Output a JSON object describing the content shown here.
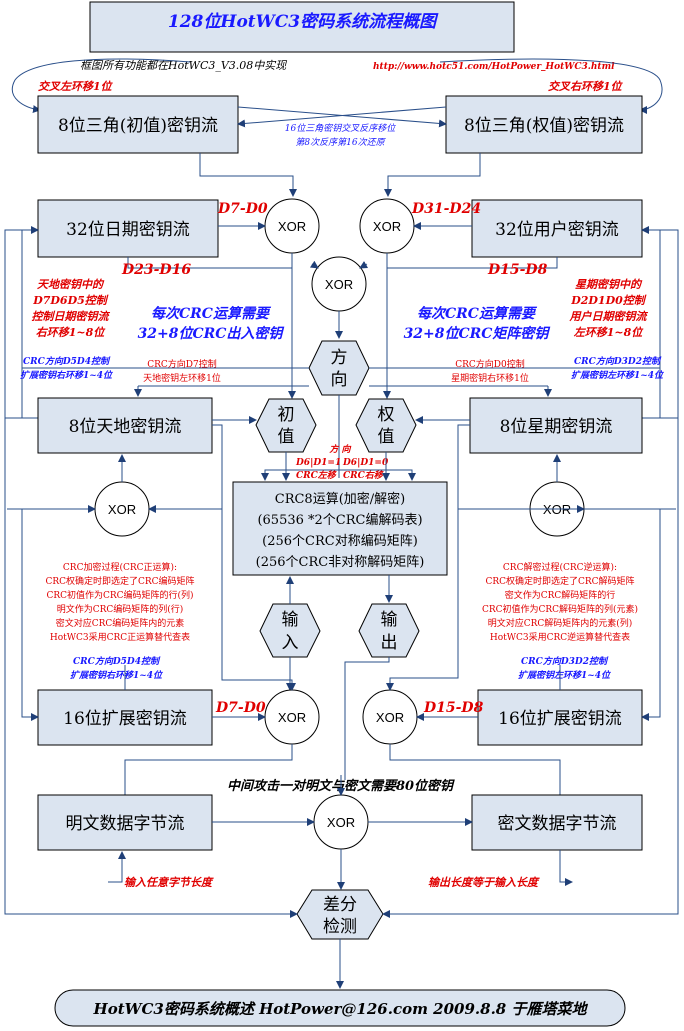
{
  "title": "128位HotWC3密码系统流程概图",
  "subtitle": "框图所有功能都在HotWC3_V3.08中实现",
  "url": "http://www.hotc51.com/HotPower_HotWC3.html",
  "labels": {
    "cross_left": "交叉左环移1位",
    "cross_right": "交叉右环移1位",
    "cross_note_1": "16位三角密钥交叉反序移位",
    "cross_note_2": "第8次反序第16次还原",
    "d7d0_a": "D7-D0",
    "d31d24": "D31-D24",
    "d23d16": "D23-D16",
    "d15d8_a": "D15-D8",
    "tiandi_1": "天地密钥中的",
    "tiandi_2": "D7D6D5控制",
    "tiandi_3": "控制日期密钥流",
    "tiandi_4": "右环移1~8位",
    "xingqi_1": "星期密钥中的",
    "xingqi_2": "D2D1D0控制",
    "xingqi_3": "用户日期密钥流",
    "xingqi_4": "左环移1~8位",
    "per_crc_l1": "每次CRC运算需要",
    "per_crc_l2": "32+8位CRC出入密钥",
    "per_crc_r1": "每次CRC运算需要",
    "per_crc_r2": "32+8位CRC矩阵密钥",
    "crc_d5d4_1": "CRC方向D5D4控制",
    "crc_d5d4_2": "扩展密钥右环移1~4位",
    "crc_d7_1": "CRC方向D7控制",
    "crc_d7_2": "天地密钥左环移1位",
    "crc_d0_1": "CRC方向D0控制",
    "crc_d0_2": "星期密钥右环移1位",
    "crc_d3d2_1": "CRC方向D3D2控制",
    "crc_d3d2_2": "扩展密钥左环移1~4位",
    "dir_small": "方 向",
    "d6_1": "D6|D1=1",
    "d6_0": "D6|D1=0",
    "crc_left": "CRC左移",
    "crc_right": "CRC右移",
    "enc_1": "CRC加密过程(CRC正运算):",
    "enc_2": "CRC权确定时即选定了CRC编码矩阵",
    "enc_3": "CRC初值作为CRC编码矩阵的行(列)",
    "enc_4": "明文作为CRC编码矩阵的列(行)",
    "enc_5": "密文对应CRC编码矩阵内的元素",
    "enc_6": "HotWC3采用CRC正运算替代查表",
    "dec_1": "CRC解密过程(CRC逆运算):",
    "dec_2": "CRC权确定时即选定了CRC解码矩阵",
    "dec_3": "密文作为CRC解码矩阵的行",
    "dec_4": "CRC初值作为CRC解码矩阵的列(元素)",
    "dec_5": "明文对应CRC解码矩阵内的元素(列)",
    "dec_6": "HotWC3采用CRC逆运算替代查表",
    "d5d4_b1": "CRC方向D5D4控制",
    "d5d4_b2": "扩展密钥右环移1~4位",
    "d3d2_b1": "CRC方向D3D2控制",
    "d3d2_b2": "扩展密钥左环移1~4位",
    "d7d0_b": "D7-D0",
    "d15d8_b": "D15-D8",
    "attack": "中间攻击一对明文与密文需要80位密钥",
    "input_any": "输入任意字节长度",
    "output_len": "输出长度等于输入长度"
  },
  "nodes": {
    "tri_init": "8位三角(初值)密钥流",
    "tri_weight": "8位三角(权值)密钥流",
    "date": "32位日期密钥流",
    "user": "32位用户密钥流",
    "tiandi": "8位天地密钥流",
    "week": "8位星期密钥流",
    "ext_left": "16位扩展密钥流",
    "ext_right": "16位扩展密钥流",
    "plain": "明文数据字节流",
    "cipher": "密文数据字节流",
    "xor": "XOR",
    "dir": [
      "方",
      "向"
    ],
    "init": [
      "初",
      "值"
    ],
    "weight": [
      "权",
      "值"
    ],
    "input": [
      "输",
      "入"
    ],
    "output": [
      "输",
      "出"
    ],
    "diff": [
      "差分",
      "检测"
    ]
  },
  "crc": {
    "line1": "CRC8运算(加密/解密)",
    "line2": "(65536 *2个CRC编解码表)",
    "line3": "(256个CRC对称编码矩阵)",
    "line4": "(256个CRC非对称解码矩阵)"
  },
  "footer": "HotWC3密码系统概述 HotPower@126.com 2009.8.8 于雁塔菜地",
  "colors": {
    "box_fill": "#dbe4f0",
    "line": "#2a4f8a",
    "red": "#e00000",
    "blue": "#1a1aff"
  }
}
